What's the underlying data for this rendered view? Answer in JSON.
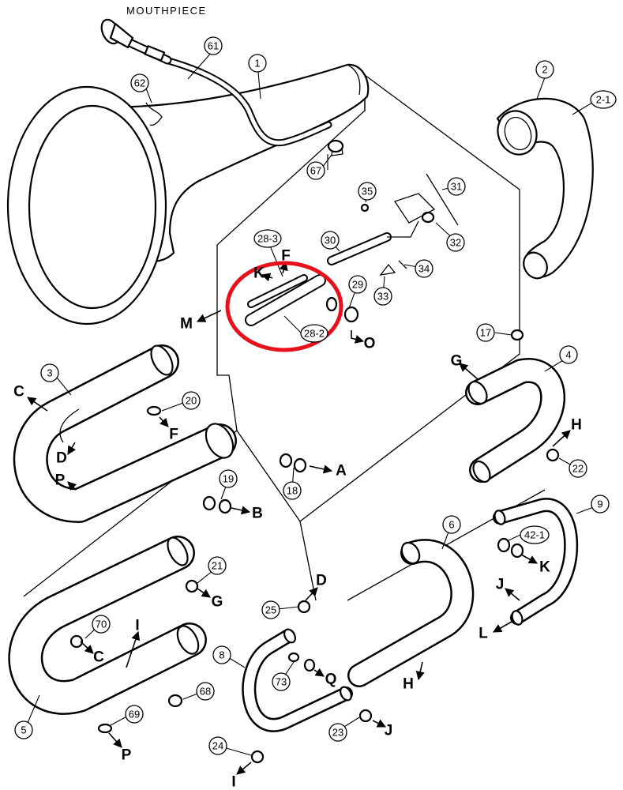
{
  "title": "MOUTHPIECE",
  "highlight_color": "#e8101a",
  "line_color": "#000000",
  "part_numbers": [
    "1",
    "2",
    "2-1",
    "3",
    "4",
    "5",
    "6",
    "8",
    "9",
    "17",
    "18",
    "19",
    "20",
    "21",
    "22",
    "23",
    "24",
    "25",
    "28-2",
    "28-3",
    "29",
    "30",
    "31",
    "32",
    "33",
    "34",
    "35",
    "42-1",
    "61",
    "62",
    "67",
    "68",
    "69",
    "70",
    "73"
  ],
  "connection_letters": [
    "A",
    "B",
    "C",
    "C",
    "D",
    "D",
    "F",
    "F",
    "G",
    "G",
    "H",
    "H",
    "I",
    "I",
    "J",
    "J",
    "K",
    "K",
    "L",
    "M",
    "O",
    "P",
    "P",
    "Q"
  ]
}
